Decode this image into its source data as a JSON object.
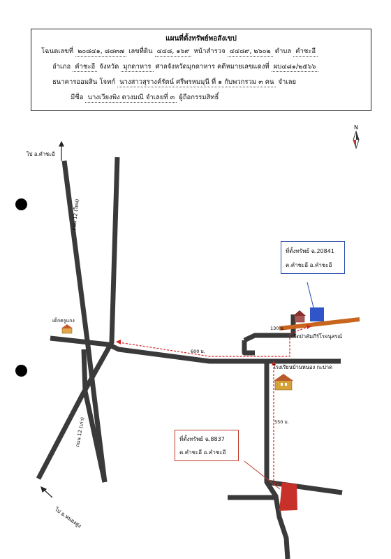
{
  "header": {
    "title": "แผนที่ตั้งทรัพย์พอสังเขป",
    "line1": {
      "l1": "โฉนดเลขที่",
      "v1": "๒๐๘๔๑, ๘๘๓๗",
      "l2": "เลขที่ดิน",
      "v2": "๔๔๘, ๑๖๙",
      "l3": "หน้าสำรวจ",
      "v3": "๔๔๘๙, ๒๖๐๒",
      "l4": "ตำบล",
      "v4": "คำชะอี"
    },
    "line2": {
      "l1": "อำเภอ",
      "v1": "คำชะอี",
      "l2": "จังหวัด",
      "v2": "มุกดาหาร",
      "l3": "ศาลจังหวัดมุกดาหาร",
      "l4": "คดีหมายเลขแดงที่",
      "v4": "ผบ๔๘๑/๒๕๖๖"
    },
    "line3": {
      "l1": "ธนาคารออมสิน",
      "l2": "โจทก์",
      "v2": "นางสาวสุรางค์รัตน์ ศรีพรหมมุนี ที่ ๑ กับพวกรวม ๓ คน",
      "l3": "จำเลย"
    },
    "line4": {
      "l1": "มีชื่อ",
      "v1": "นางเวียงพิง ดวงมณี จำเลยที่ ๓",
      "l2": "ผู้ถือกรรมสิทธิ์"
    }
  },
  "compass": {
    "label": "N"
  },
  "map": {
    "to_khamchaai": "ไป อ.คำชะอี",
    "road_new": "ถนน 12 (ใหม่)",
    "road_old": "ถนน 12 (เก่า)",
    "to_nongsung": "ไป อ.หนองสูง",
    "kindergarten": "เด็กครูแกง",
    "temple": "วัดป่าคัมภีร์โรจนุสรณ์",
    "school": "โรงเรียนบ้านหนอง กะปาด",
    "dist_600": "600 ม.",
    "dist_130": "130 ม.",
    "dist_550": "550 ม."
  },
  "callout_blue": {
    "line1": "ที่ตั้งทรัพย์ ฉ.20841",
    "line2": "ต.คำชะอี อ.คำชะอี",
    "color": "#2a4fa8"
  },
  "callout_red": {
    "line1": "ที่ตั้งทรัพย์ ฉ.8837",
    "line2": "ต.คำชะอี อ.คำชะอี",
    "color": "#c0392b"
  },
  "colors": {
    "road": "#3a3a3a",
    "road_orange": "#c8651e",
    "route": "#d42020",
    "plot_blue": "#2f55c9",
    "plot_red": "#c8302a"
  }
}
